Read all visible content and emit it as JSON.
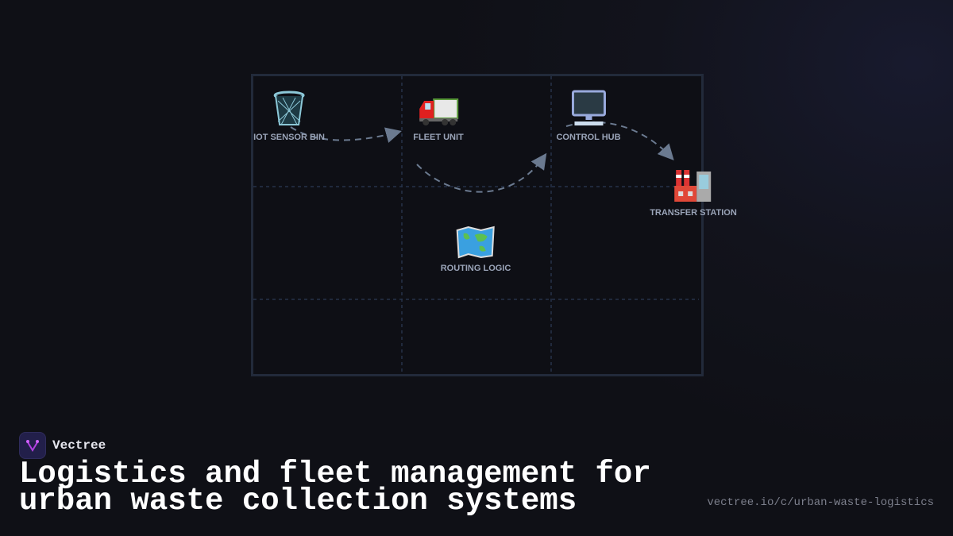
{
  "diagram": {
    "nodes": [
      {
        "label": "IOT SENSOR BIN",
        "icon": "wastebasket-icon"
      },
      {
        "label": "FLEET UNIT",
        "icon": "truck-icon"
      },
      {
        "label": "CONTROL HUB",
        "icon": "desktop-computer-icon"
      },
      {
        "label": "TRANSFER STATION",
        "icon": "factory-icon"
      },
      {
        "label": "ROUTING LOGIC",
        "icon": "world-map-icon"
      }
    ],
    "edges": [
      {
        "from": "IOT SENSOR BIN",
        "to": "FLEET UNIT"
      },
      {
        "from": "FLEET UNIT",
        "to": "CONTROL HUB"
      },
      {
        "from": "CONTROL HUB",
        "to": "TRANSFER STATION"
      }
    ],
    "colors": {
      "edge": "#6b7a90",
      "grid": "#26324a",
      "label": "#9aa4b8",
      "logo_accent": "#b040e0"
    }
  },
  "brand": {
    "name": "Vectree"
  },
  "title": "Logistics and fleet management for urban waste collection systems",
  "url": "vectree.io/c/urban-waste-logistics"
}
